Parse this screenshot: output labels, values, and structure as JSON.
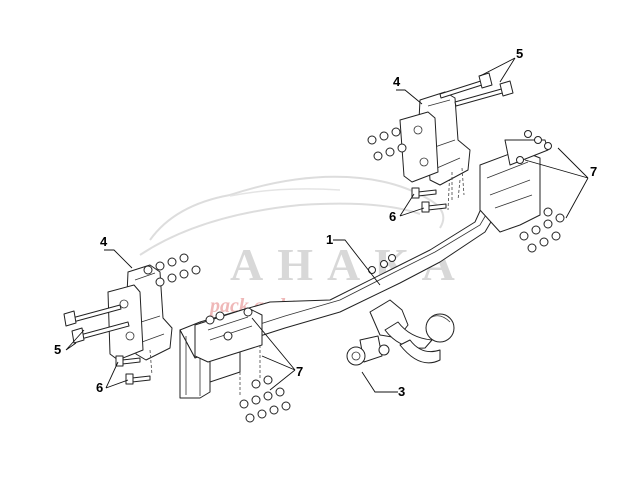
{
  "watermark": {
    "brand": "АНАКА",
    "tagline": "pack and travel"
  },
  "callouts": [
    {
      "id": "c1",
      "label": "1"
    },
    {
      "id": "c3",
      "label": "3"
    },
    {
      "id": "c4a",
      "label": "4"
    },
    {
      "id": "c4b",
      "label": "4"
    },
    {
      "id": "c5a",
      "label": "5"
    },
    {
      "id": "c5b",
      "label": "5"
    },
    {
      "id": "c6a",
      "label": "6"
    },
    {
      "id": "c6b",
      "label": "6"
    },
    {
      "id": "c7a",
      "label": "7"
    },
    {
      "id": "c7b",
      "label": "7"
    }
  ]
}
